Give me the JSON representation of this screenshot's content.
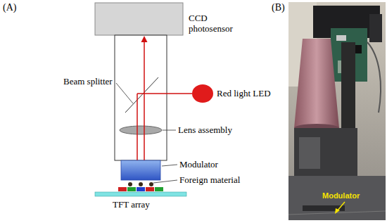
{
  "diagram": {
    "labels": [
      "(A)",
      "CCD photosensor",
      "Beam splitter",
      "Red light LED",
      "Lens assembly",
      "Modulator",
      "Foreign material",
      "TFT array",
      "(B)",
      "Modulator"
    ]
  }
}
